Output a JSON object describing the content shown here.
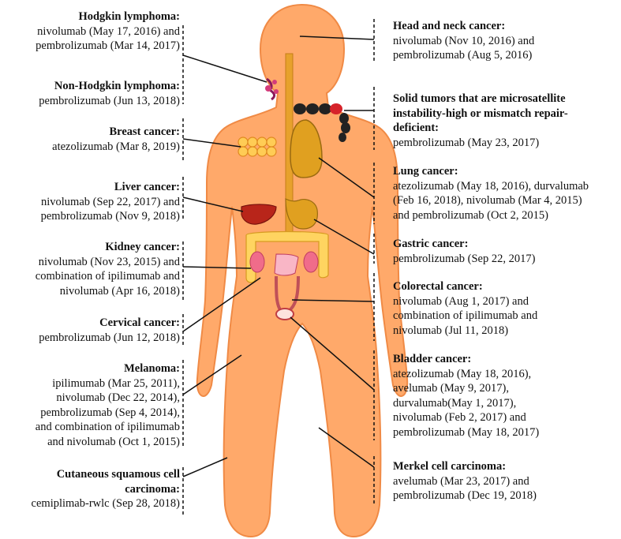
{
  "left_labels": [
    {
      "title": "Hodgkin lymphoma:",
      "lines": [
        "nivolumab (May 17, 2016) and",
        "pembrolizumab (Mar 14, 2017)"
      ]
    },
    {
      "title": "Non-Hodgkin lymphoma:",
      "lines": [
        "pembrolizumab (Jun 13, 2018)"
      ]
    },
    {
      "title": "Breast cancer:",
      "lines": [
        "atezolizumab (Mar 8, 2019)"
      ]
    },
    {
      "title": "Liver cancer:",
      "lines": [
        "nivolumab (Sep 22, 2017) and",
        "pembrolizumab (Nov 9, 2018)"
      ]
    },
    {
      "title": "Kidney cancer:",
      "lines": [
        "nivolumab (Nov 23, 2015) and",
        "combination of ipilimumab and",
        "nivolumab (Apr 16, 2018)"
      ]
    },
    {
      "title": "Cervical cancer:",
      "lines": [
        "pembrolizumab (Jun 12, 2018)"
      ]
    },
    {
      "title": "Melanoma:",
      "lines": [
        "ipilimumab (Mar 25, 2011),",
        "nivolumab (Dec 22, 2014),",
        "pembrolizumab (Sep 4, 2014),",
        "and combination of ipilimumab",
        "and nivolumab (Oct 1, 2015)"
      ]
    },
    {
      "title": "Cutaneous squamous cell",
      "lines": [
        "carcinoma:"
      ],
      "second_bold": true,
      "extra": "cemiplimab-rwlc (Sep 28, 2018)"
    }
  ],
  "right_labels": [
    {
      "title": "Head and neck cancer:",
      "lines": [
        "nivolumab (Nov 10, 2016) and",
        "pembrolizumab (Aug 5, 2016)"
      ]
    },
    {
      "title": "Solid tumors that are microsatellite",
      "title2": "instability-high or mismatch repair-",
      "title3": "deficient:",
      "lines": [
        "pembrolizumab (May 23, 2017)"
      ]
    },
    {
      "title": "Lung cancer:",
      "lines": [
        "atezolizumab (May 18, 2016), durvalumab",
        "(Feb 16, 2018), nivolumab (Mar 4, 2015)",
        "and pembrolizumab (Oct 2, 2015)"
      ]
    },
    {
      "title": "Gastric cancer:",
      "lines": [
        "pembrolizumab (Sep 22, 2017)"
      ]
    },
    {
      "title": "Colorectal cancer:",
      "lines": [
        "nivolumab (Aug 1, 2017) and",
        "combination of ipilimumab and",
        "nivolumab (Jul 11, 2018)"
      ]
    },
    {
      "title": "Bladder cancer:",
      "lines": [
        "atezolizumab (May 18, 2016),",
        "avelumab (May 9, 2017),",
        "durvalumab(May 1, 2017),",
        "nivolumab (Feb 2, 2017) and",
        "pembrolizumab (May 18, 2017)"
      ]
    },
    {
      "title": "Merkel cell carcinoma:",
      "lines": [
        "avelumab (Mar 23, 2017) and",
        "pembrolizumab (Dec 19, 2018)"
      ]
    }
  ],
  "colors": {
    "body": "#ffa96a",
    "body_outline": "#f08a45",
    "lung": "#e0a020",
    "liver": "#b8251a",
    "kidney": "#f06c8a",
    "intestine": "#ffd460",
    "breast": "#ffcc55",
    "spine": "#e7a12c",
    "line": "#111111"
  }
}
